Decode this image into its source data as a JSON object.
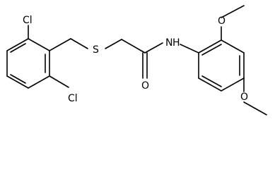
{
  "molecule": {
    "atoms": {
      "cl_top": "Cl",
      "cl_bottom": "Cl",
      "sulfur": "S",
      "oxygen_carbonyl": "O",
      "nitrogen": "N",
      "hydrogen": "H",
      "oxygen_methoxy_top": "O",
      "oxygen_methoxy_bottom": "O"
    },
    "colors": {
      "bond": "#000000",
      "label": "#000000",
      "background": "#ffffff"
    }
  }
}
